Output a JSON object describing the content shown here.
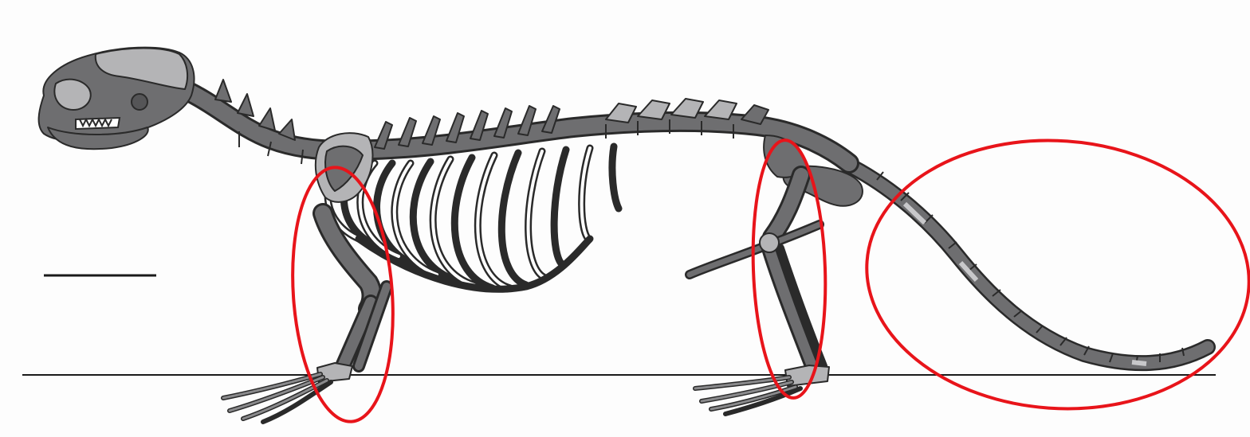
{
  "figure": {
    "subject": "skeleton",
    "annotation_color": "#e8141a",
    "bone_colors": {
      "dark": "#6e6e70",
      "light": "#b4b4b6",
      "outline": "#2a2a2a"
    },
    "highlighted_regions": [
      "forelimb",
      "hindlimb",
      "tail"
    ]
  }
}
